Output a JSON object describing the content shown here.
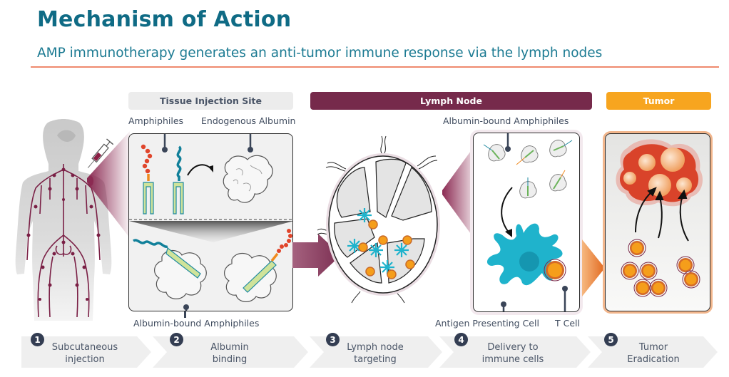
{
  "header": {
    "title": "Mechanism of Action",
    "subtitle": "AMP immunotherapy generates an anti-tumor immune response via the lymph nodes"
  },
  "sections": {
    "tissue": "Tissue Injection Site",
    "lymph": "Lymph Node",
    "tumor": "Tumor"
  },
  "labels": {
    "amphiphiles": "Amphiphiles",
    "endogenous_albumin": "Endogenous Albumin",
    "albumin_bound_bottom": "Albumin-bound Amphiphiles",
    "albumin_bound_top": "Albumin-bound Amphiphiles",
    "apc": "Antigen Presenting Cell",
    "t_cell": "T Cell"
  },
  "steps": [
    {
      "num": "1",
      "line1": "Subcutaneous",
      "line2": "injection"
    },
    {
      "num": "2",
      "line1": "Albumin",
      "line2": "binding"
    },
    {
      "num": "3",
      "line1": "Lymph node",
      "line2": "targeting"
    },
    {
      "num": "4",
      "line1": "Delivery to",
      "line2": "immune cells"
    },
    {
      "num": "5",
      "line1": "Tumor",
      "line2": "Eradication"
    }
  ],
  "colors": {
    "title": "#0f6b85",
    "rule": "#ef8a6e",
    "lymph_bar": "#762a4b",
    "tumor_bar": "#f7a51f",
    "lymph_vessel": "#7a1f45",
    "apc": "#1fb3cc",
    "t_cell": "#f59e1b",
    "tumor": "#d9432a"
  }
}
